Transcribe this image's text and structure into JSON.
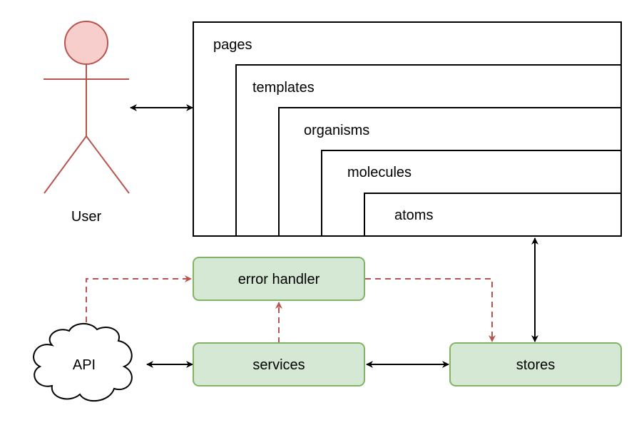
{
  "actor": {
    "label": "User"
  },
  "layers": [
    {
      "label": "pages"
    },
    {
      "label": "templates"
    },
    {
      "label": "organisms"
    },
    {
      "label": "molecules"
    },
    {
      "label": "atoms"
    }
  ],
  "nodes": {
    "error_handler": {
      "label": "error handler"
    },
    "services": {
      "label": "services"
    },
    "stores": {
      "label": "stores"
    },
    "api": {
      "label": "API"
    }
  },
  "colors": {
    "actor_stroke": "#b85450",
    "actor_fill": "#f8cecc",
    "node_fill": "#d5e8d4",
    "node_stroke": "#82b366",
    "error_flow": "#b85450",
    "line": "#000000"
  }
}
